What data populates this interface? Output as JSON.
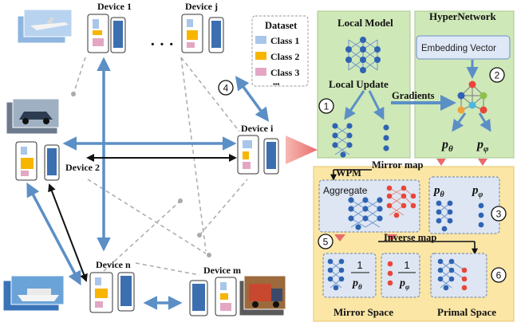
{
  "devices": {
    "d1": "Device 1",
    "dj": "Device j",
    "d2": "Device 2",
    "di": "Device i",
    "dn": "Device n",
    "dm": "Device m",
    "dots": "· · ·"
  },
  "dataset": {
    "title": "Dataset",
    "classes": [
      {
        "label": "Class 1",
        "color": "#a9c6ea"
      },
      {
        "label": "Class 2",
        "color": "#f7b500"
      },
      {
        "label": "Class 3",
        "color": "#e3a7c4"
      }
    ],
    "more": "▪▪▪"
  },
  "panels": {
    "local_model": "Local Model",
    "local_update": "Local Update",
    "hypernetwork": "HyperNetwork",
    "embedding": "Embedding Vector",
    "gradients": "Gradients",
    "mirror_map": "Mirror map",
    "wpm": "WPM",
    "aggregate": "Aggregate",
    "inverse_map": "Inverse map",
    "mirror_space": "Mirror Space",
    "primal_space": "Primal Space"
  },
  "symbols": {
    "theta": "θ",
    "phi": "φ",
    "p": "p",
    "one": "1"
  },
  "steps": [
    "1",
    "2",
    "3",
    "4",
    "5",
    "6"
  ],
  "colors": {
    "green_panel": "#cfe8b8",
    "yellow_panel": "#fbe6a6",
    "blue_arrow": "#5b8fc6",
    "node_blue": "#2f63b3"
  }
}
